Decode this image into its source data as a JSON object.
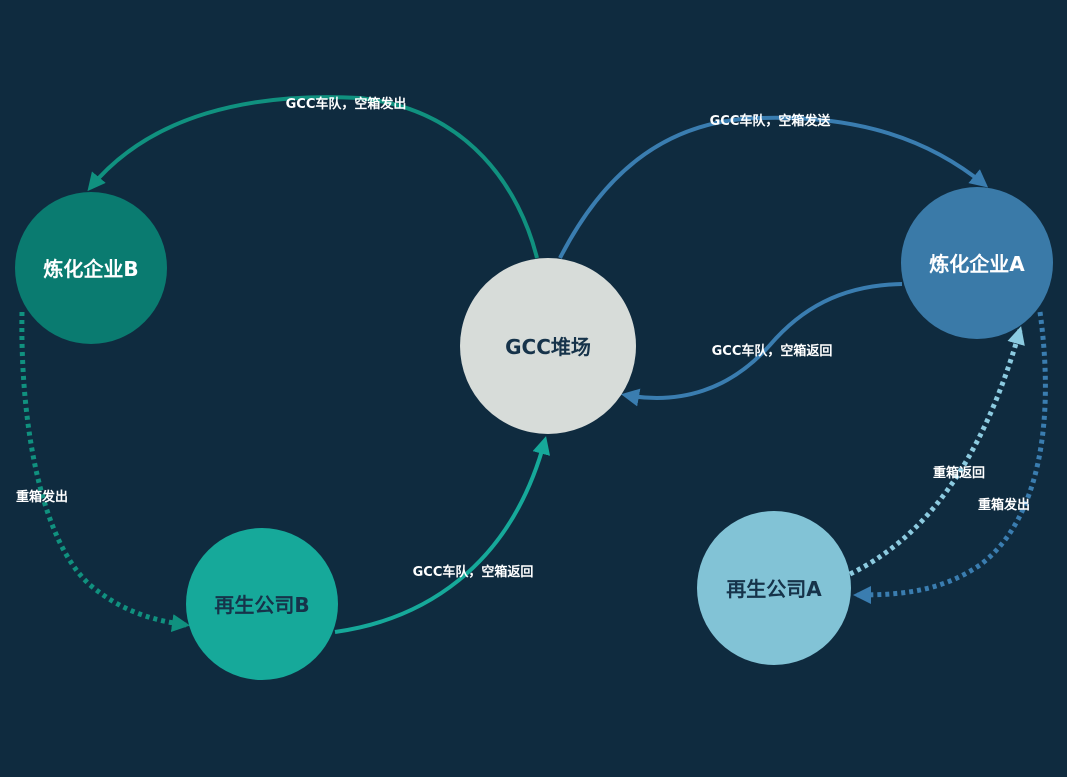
{
  "colors": {
    "background": "#0f2b3f",
    "enterprise_b": "#0a7b70",
    "recycle_b": "#16a99a",
    "gcc_yard": "#d7dcd9",
    "enterprise_a": "#3a7aa8",
    "recycle_a": "#82c3d6",
    "arrow_teal": "#10917f",
    "arrow_blue": "#3a7db0",
    "arrow_light_blue": "#8ccbe0",
    "label_white": "#ffffff",
    "label_dark": "#16334a"
  },
  "nodes": {
    "enterprise_b": "炼化企业B",
    "recycle_b": "再生公司B",
    "gcc_yard": "GCC堆场",
    "enterprise_a": "炼化企业A",
    "recycle_a": "再生公司A"
  },
  "edges": {
    "yard_to_b": "GCC车队，空箱发出",
    "yard_to_a": "GCC车队，空箱发送",
    "a_to_yard": "GCC车队，空箱返回",
    "b_to_recycle_b": "重箱发出",
    "recycle_b_to_yard": "GCC车队，空箱返回",
    "recycle_a_to_a": "重箱返回",
    "a_to_recycle_a": "重箱发出"
  }
}
